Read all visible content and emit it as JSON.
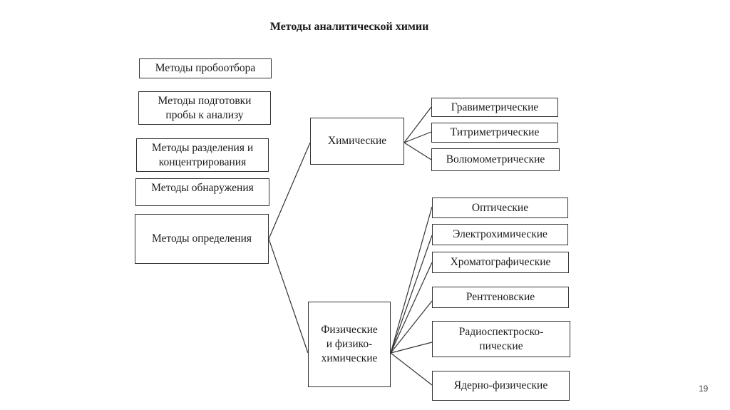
{
  "title": "Методы аналитической химии",
  "left_boxes": [
    "Методы пробоотбора",
    "Методы подготовки\nпробы к анализу",
    "Методы разделения и\nконцентрирования",
    "Методы обнаружения",
    "Методы определения"
  ],
  "middle": {
    "chemical": "Химические",
    "physical": "Физические\nи  физико-\nхимические"
  },
  "chemical_children": [
    "Гравиметрические",
    "Титриметрические",
    "Волюмометрические"
  ],
  "physical_children": [
    "Оптические",
    "Электрохимические",
    "Хроматографические",
    "Рентгеновские",
    "Радиоспектроско-\nпические",
    "Ядерно-физические"
  ],
  "page_number": "19"
}
